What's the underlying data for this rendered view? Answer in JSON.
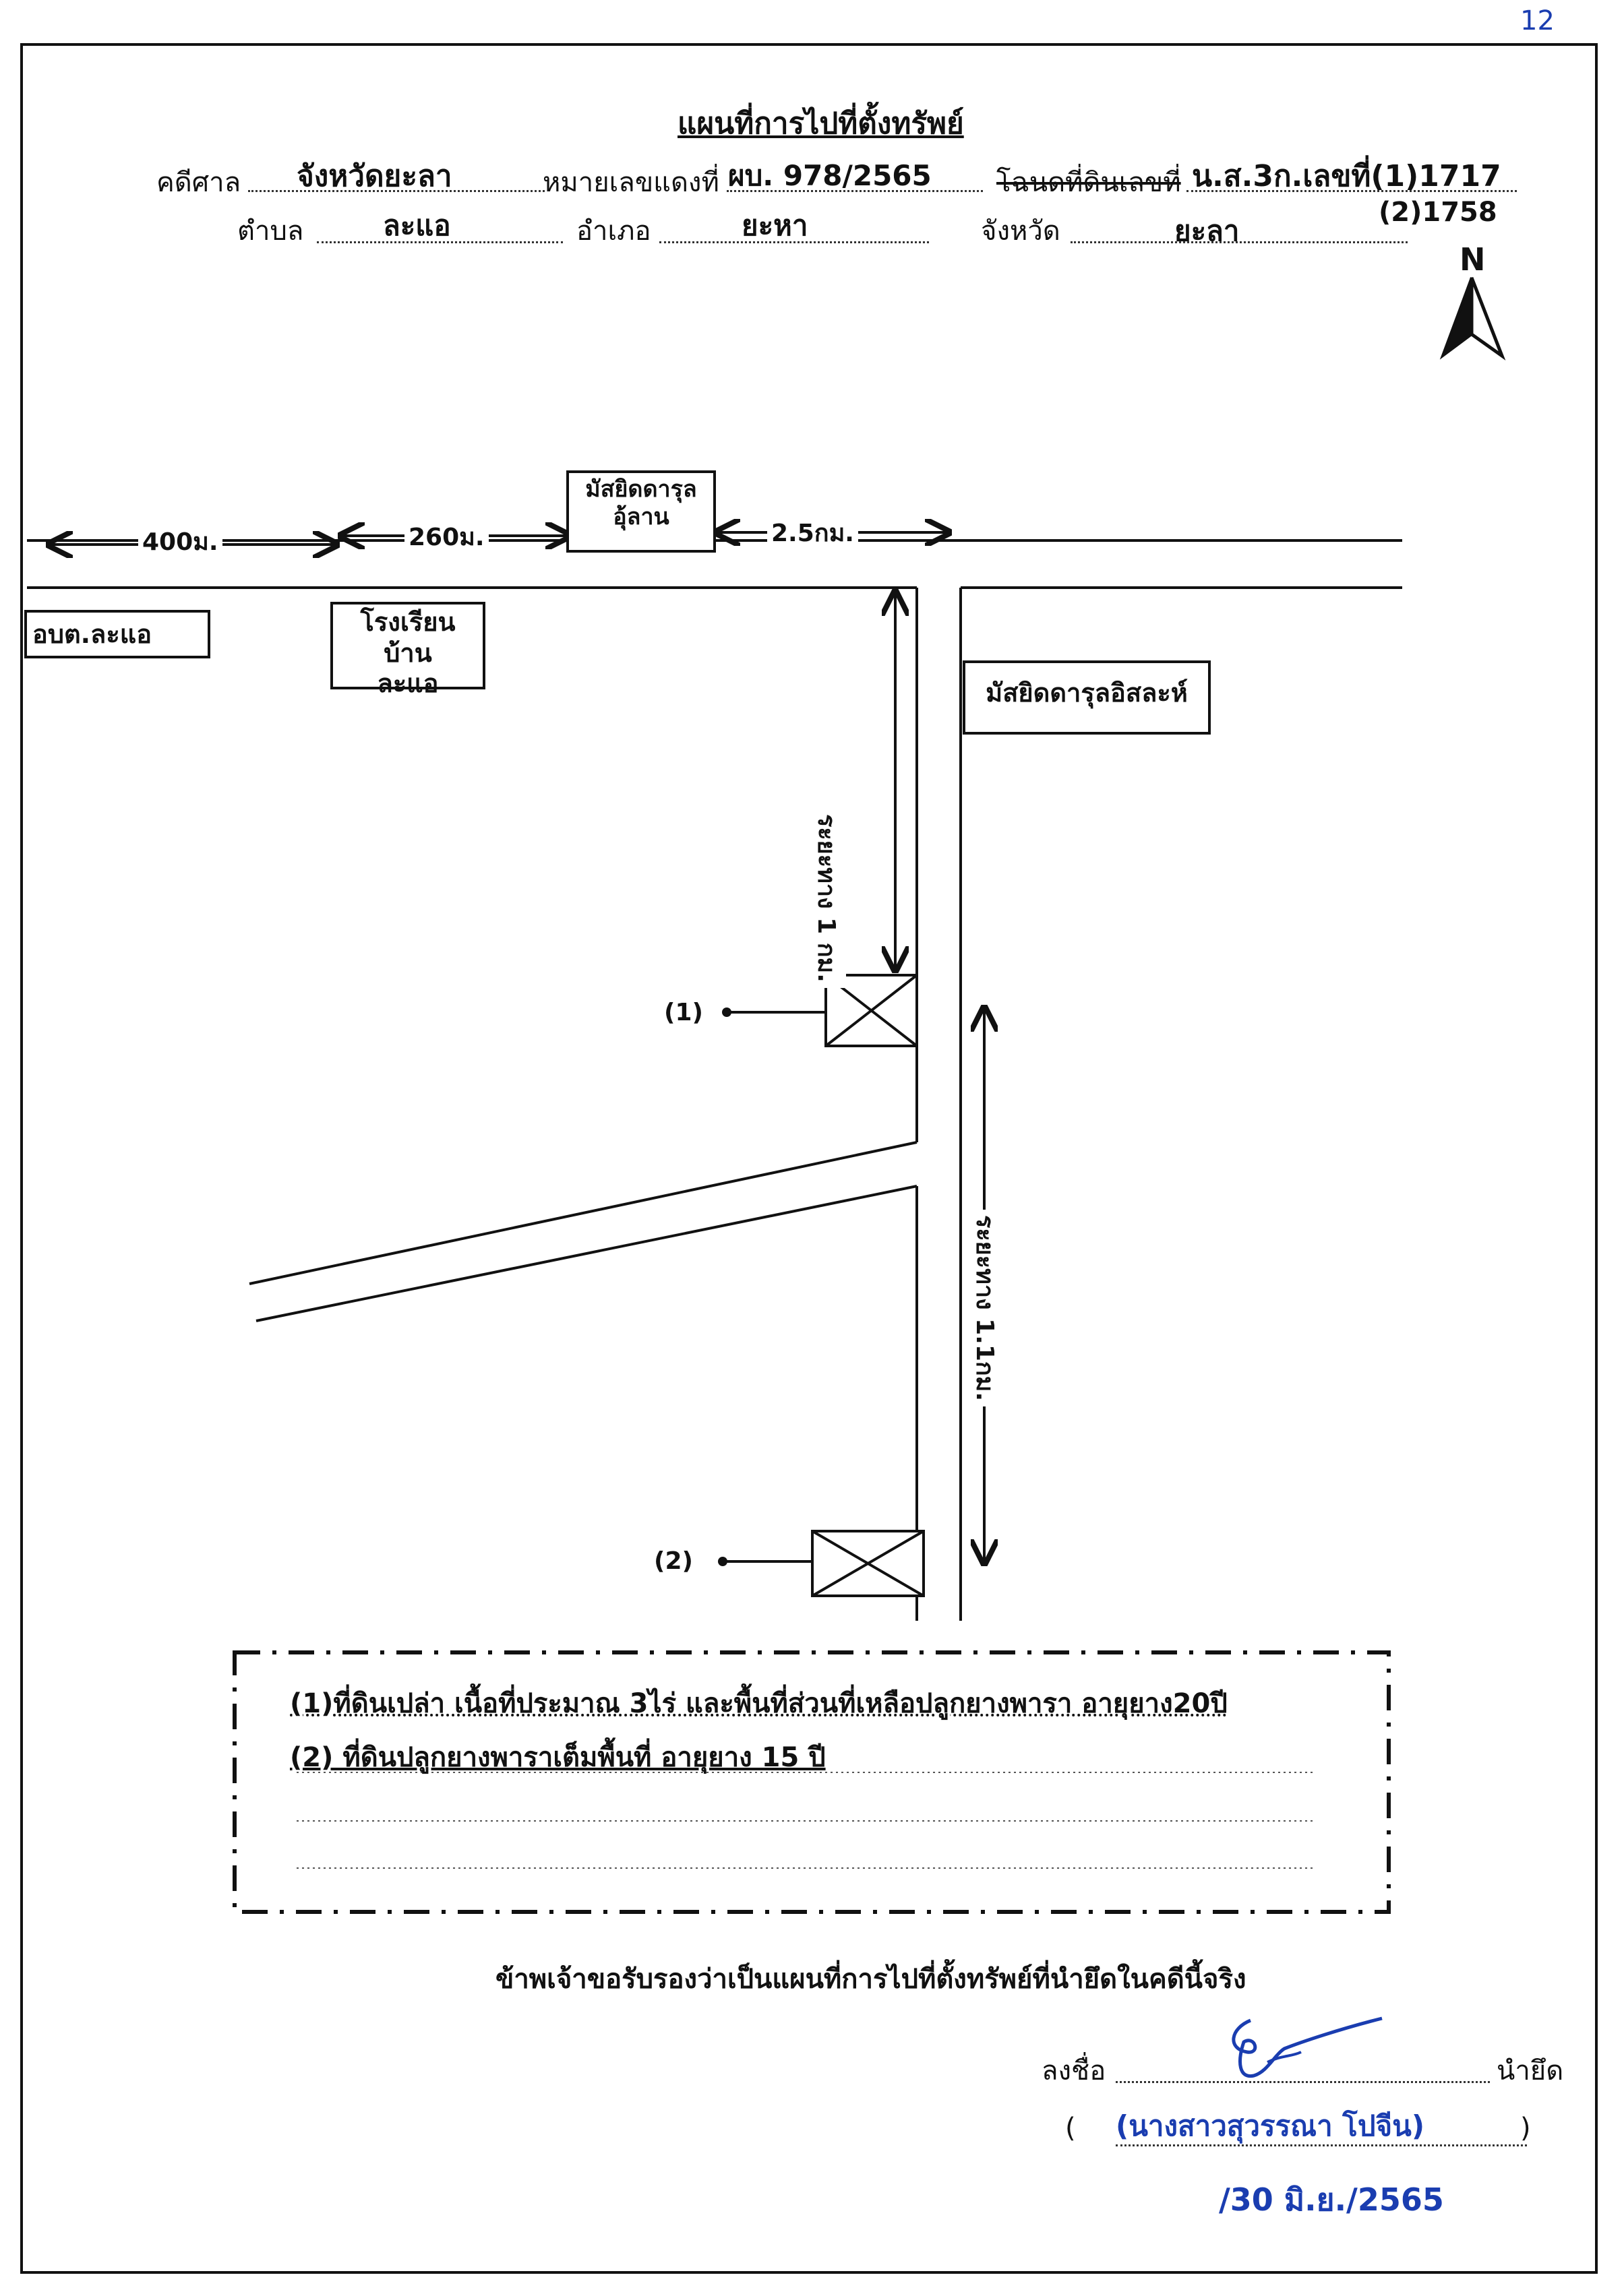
{
  "page_mark": "12",
  "title": "แผนที่การไปที่ตั้งทรัพย์",
  "header": {
    "court_label": "คดีศาล",
    "court_value": "จังหวัดยะลา",
    "case_no_label": "หมายเลขแดงที่",
    "case_no_value": "ผบ. 978/2565",
    "deed_label": "โฉนดที่ดินเลขที่",
    "deed_value_1": "น.ส.3ก.เลขที่(1)1717",
    "deed_value_2": "(2)1758",
    "subdistrict_label": "ตำบล",
    "subdistrict_value": "ละแอ",
    "district_label": "อำเภอ",
    "district_value": "ยะหา",
    "province_label": "จังหวัด",
    "province_value": "ยะลา"
  },
  "north_label": "N",
  "map": {
    "dist_1": "400ม.",
    "dist_2": "260ม.",
    "dist_3": "2.5กม.",
    "mosque_top_1": "มัสยิดดารุล",
    "mosque_top_2": "อุ้ลาน",
    "tao": "อบต.ละแอ",
    "school_1": "โรงเรียนบ้าน",
    "school_2": "ละแอ",
    "mosque_right": "มัสยิดดารุลอิสละห์",
    "vertical_dist_1": "ระยะทาง 1 กม.",
    "vertical_dist_2": "ระยะทาง 1.1กม.",
    "marker_1": "(1)",
    "marker_2": "(2)"
  },
  "notes": {
    "line_1": "(1)ที่ดินเปล่า เนื้อที่ประมาณ 3ไร่ และพื้นที่ส่วนที่เหลือปลูกยางพารา อายุยาง20ปี",
    "line_2": "(2) ที่ดินปลูกยางพาราเต็มพื้นที่ อายุยาง 15 ปี"
  },
  "certify": "ข้าพเจ้าขอรับรองว่าเป็นแผนที่การไปที่ตั้งทรัพย์ที่นำยึดในคดีนี้จริง",
  "sign_label": "ลงชื่อ",
  "sign_role": "นำยึด",
  "signer_open": "(",
  "signer_name": "(นางสาวสุวรรณา โปจีน)",
  "signer_close": ")",
  "date": "/30 มิ.ย./2565"
}
